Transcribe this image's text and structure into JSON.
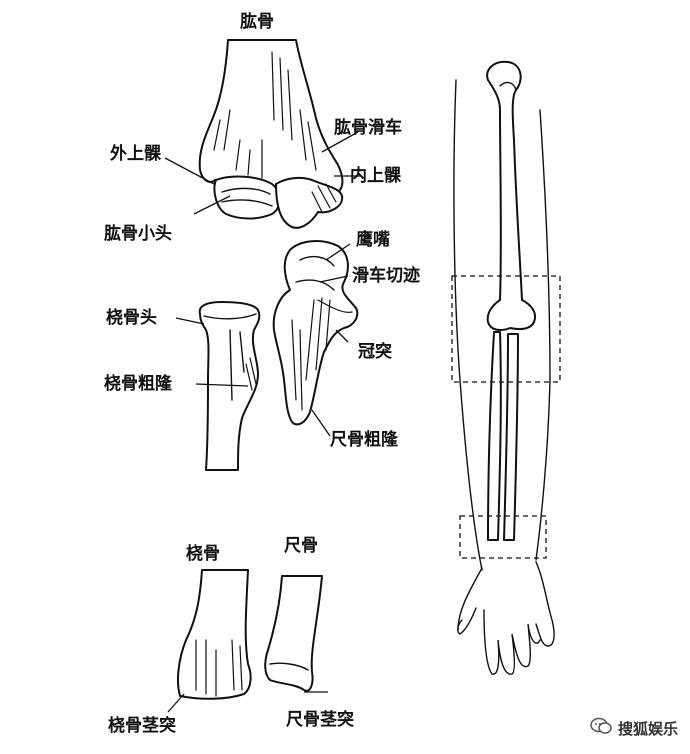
{
  "labels": {
    "humerus": "肱骨",
    "trochlea": "肱骨滑车",
    "lateral_epicondyle": "外上髁",
    "medial_epicondyle": "内上髁",
    "capitulum": "肱骨小头",
    "olecranon": "鹰嘴",
    "trochlear_notch": "滑车切迹",
    "radial_head": "桡骨头",
    "coronoid": "冠突",
    "radial_tuberosity": "桡骨粗隆",
    "ulnar_tuberosity": "尺骨粗隆",
    "radius": "桡骨",
    "ulna": "尺骨",
    "radial_styloid": "桡骨茎突",
    "ulnar_styloid": "尺骨茎突"
  },
  "watermark": {
    "text": "搜狐娱乐",
    "icon": "chat-bubble-icon"
  }
}
